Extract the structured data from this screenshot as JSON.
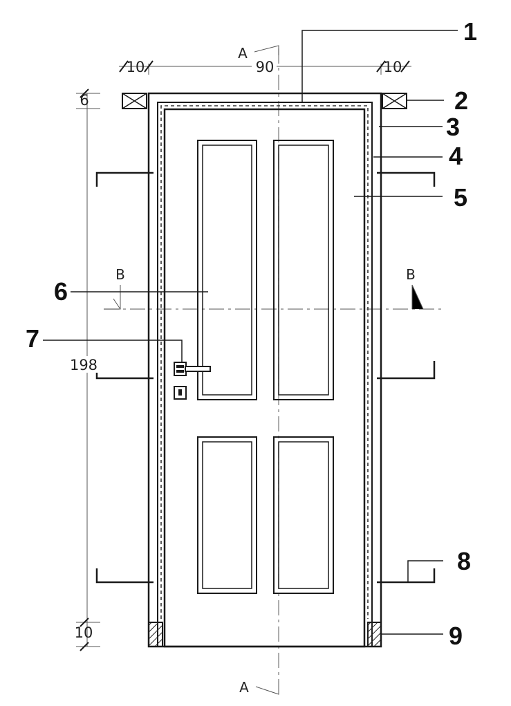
{
  "callouts": {
    "c1": "1",
    "c2": "2",
    "c3": "3",
    "c4": "4",
    "c5": "5",
    "c6": "6",
    "c7": "7",
    "c8": "8",
    "c9": "9"
  },
  "dimensions": {
    "width_total": "90",
    "frame_left": "10",
    "frame_right": "10",
    "height_total": "198",
    "top_gap": "6",
    "bottom_gap": "10"
  },
  "sections": {
    "a_top": "A",
    "a_bottom": "A",
    "b_left": "B",
    "b_right": "B"
  },
  "colors": {
    "line": "#1a1a1a",
    "background": "#ffffff"
  }
}
